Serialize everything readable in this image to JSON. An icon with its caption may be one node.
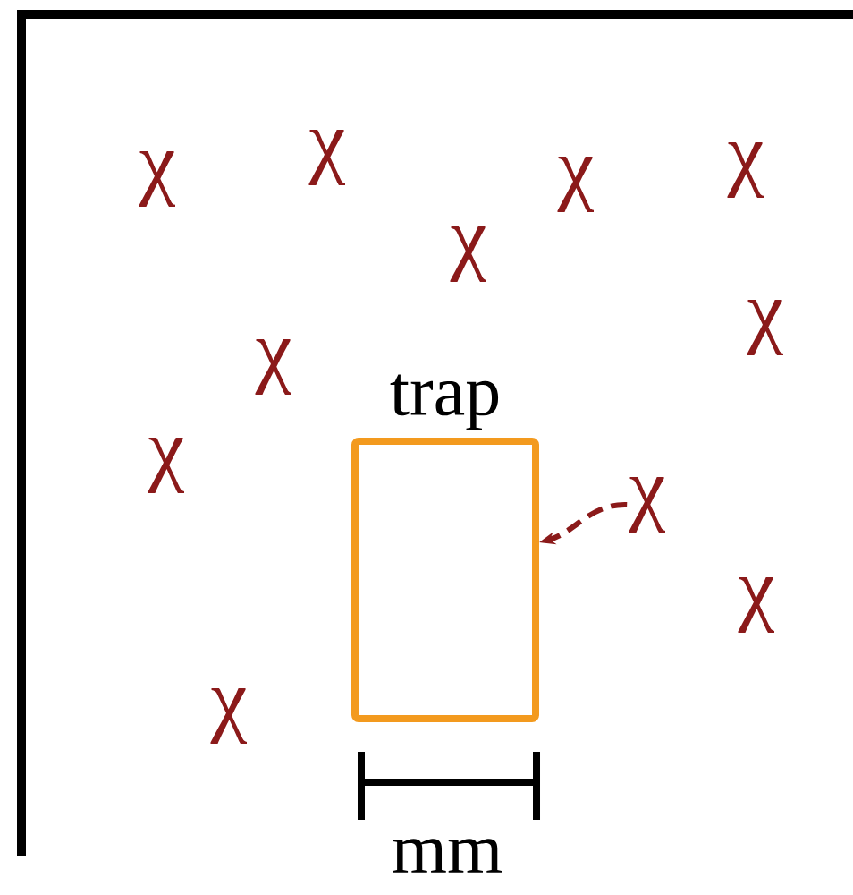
{
  "diagram": {
    "nodes": [
      {
        "text": [
          "trap"
        ]
      },
      {
        "text": [
          "χ"
        ]
      }
    ],
    "edges": [
      {
        "from": 1,
        "to": 0,
        "arrow": "to",
        "style": "dashed",
        "color": "#8b1a1a"
      }
    ],
    "labels": [
      "χ",
      "χ",
      "χ",
      "χ",
      "χ",
      "χ",
      "χ",
      "χ",
      "χ",
      "χ",
      "mm"
    ]
  }
}
